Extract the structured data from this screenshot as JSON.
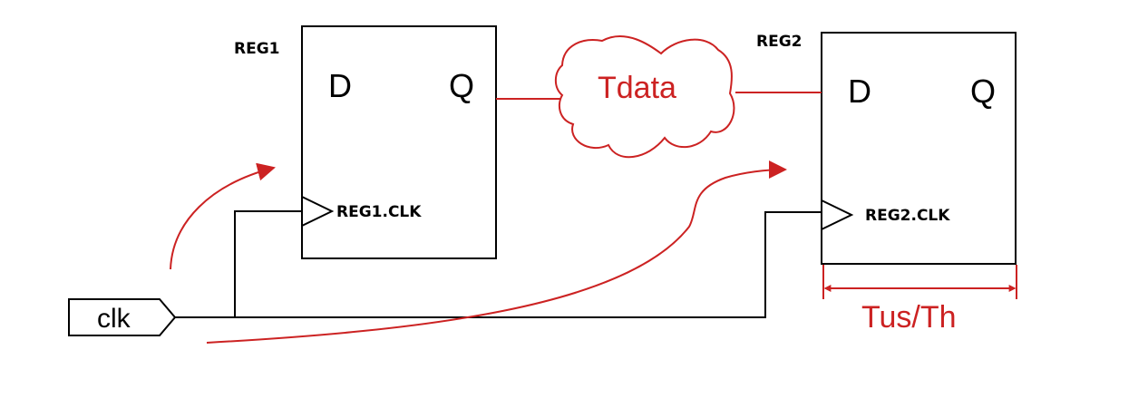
{
  "reg1": {
    "name": "REG1",
    "d_label": "D",
    "q_label": "Q",
    "clk_pin_label": "REG1.CLK"
  },
  "reg2": {
    "name": "REG2",
    "d_label": "D",
    "q_label": "Q",
    "clk_pin_label": "REG2.CLK"
  },
  "data_path": {
    "label": "Tdata"
  },
  "clock_port": {
    "label": "clk"
  },
  "timing_window": {
    "label": "Tus/Th"
  },
  "colors": {
    "wire": "#000000",
    "accent": "#cc2222",
    "background": "#ffffff"
  }
}
